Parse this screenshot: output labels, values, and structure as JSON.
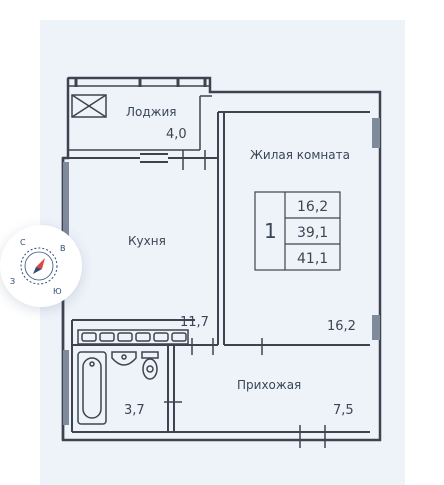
{
  "rooms": {
    "loggia": {
      "name": "Лоджия",
      "area": "4,0"
    },
    "living": {
      "name": "Жилая комната",
      "area": "16,2"
    },
    "kitchen": {
      "name": "Кухня",
      "area": "11,7"
    },
    "hall": {
      "name": "Прихожая",
      "area": "7,5"
    },
    "bathroom": {
      "area": "3,7"
    }
  },
  "summary": {
    "rooms_count": "1",
    "living_area": "16,2",
    "total_area": "39,1",
    "area_with_loggia": "41,1"
  },
  "compass": {
    "north": "С",
    "east": "В",
    "south": "Ю",
    "west": "З"
  },
  "colors": {
    "background": "#eef3fa",
    "wall": "#3d4450",
    "window": "#7f8b9b",
    "text": "#3a4654",
    "compass_needle": "#e0463c",
    "compass_ring": "#2f4a78"
  }
}
